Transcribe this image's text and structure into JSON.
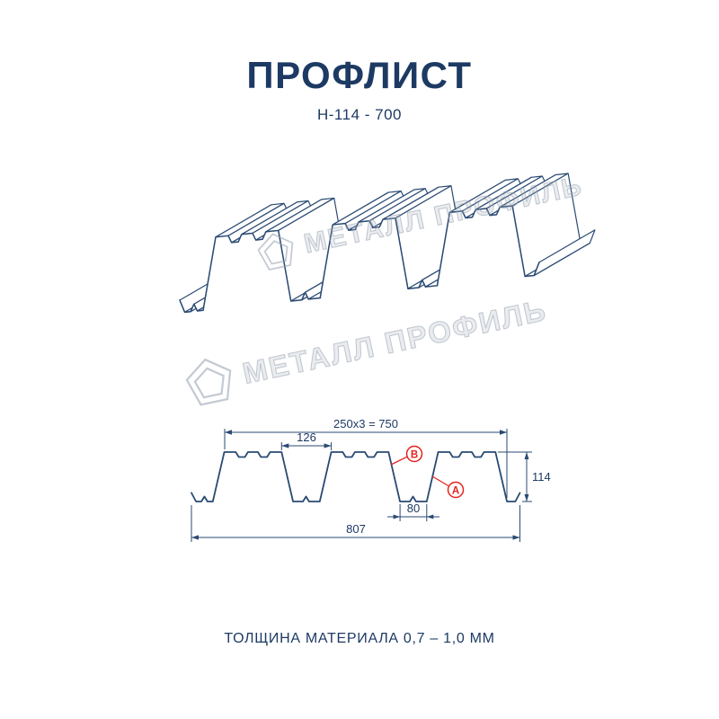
{
  "page": {
    "title": "ПРОФЛИСТ",
    "subtitle": "Н-114 - 700",
    "thickness_note": "ТОЛЩИНА МАТЕРИАЛА 0,7 – 1,0 ММ"
  },
  "watermark": {
    "text": "МЕТАЛЛ ПРОФИЛЬ"
  },
  "drawing": {
    "dimensions": {
      "pitch": "250x3 = 750",
      "crest_opening": "126",
      "flange": "80",
      "height": "114",
      "overall_width": "807"
    },
    "markers": {
      "a": "А",
      "b": "В"
    }
  },
  "colors": {
    "ink": "#1d3a63",
    "line": "#2a4a73",
    "accent_red": "#e3241d",
    "watermark_gray": "#94a0ae"
  }
}
